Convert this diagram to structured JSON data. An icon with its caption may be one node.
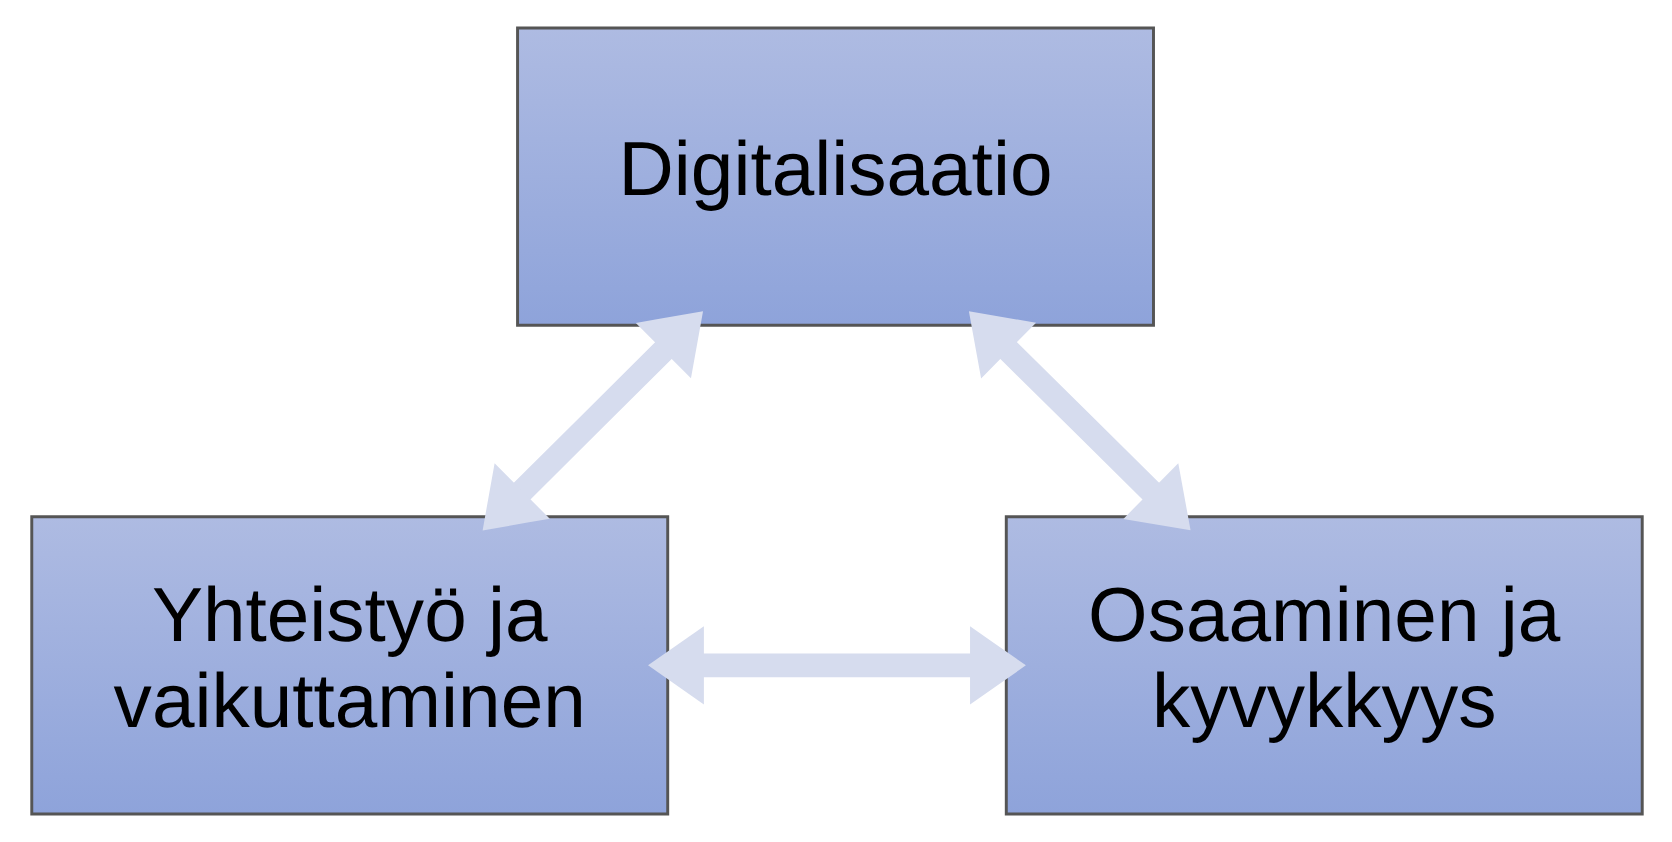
{
  "diagram": {
    "nodes": [
      {
        "text": [
          "Digitalisaatio"
        ]
      },
      {
        "text": [
          "Osaaminen ja kyvykkyys"
        ]
      },
      {
        "text": [
          "Yhteistyö ja vaikuttaminen"
        ]
      }
    ],
    "edges": [
      {
        "from": 1,
        "to": 0,
        "arrow": "both"
      },
      {
        "from": 0,
        "to": 2,
        "arrow": "both"
      },
      {
        "from": 1,
        "to": 2,
        "arrow": "both"
      }
    ]
  }
}
